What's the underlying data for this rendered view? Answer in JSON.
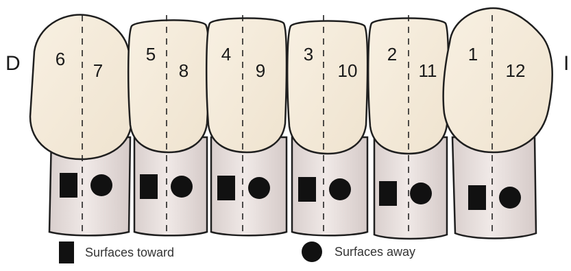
{
  "side_labels": {
    "left": "D",
    "right": "I"
  },
  "teeth": [
    {
      "top_number": "6",
      "bottom_number": "7"
    },
    {
      "top_number": "5",
      "bottom_number": "8"
    },
    {
      "top_number": "4",
      "bottom_number": "9"
    },
    {
      "top_number": "3",
      "bottom_number": "10"
    },
    {
      "top_number": "2",
      "bottom_number": "11"
    },
    {
      "top_number": "1",
      "bottom_number": "12"
    }
  ],
  "legend": {
    "toward_label": "Surfaces toward",
    "away_label": "Surfaces away"
  },
  "colors": {
    "crown": "#f4ead9",
    "root": "#ece4e2",
    "outline": "#1f1f1f",
    "marker": "#111111",
    "background": "#ffffff"
  }
}
